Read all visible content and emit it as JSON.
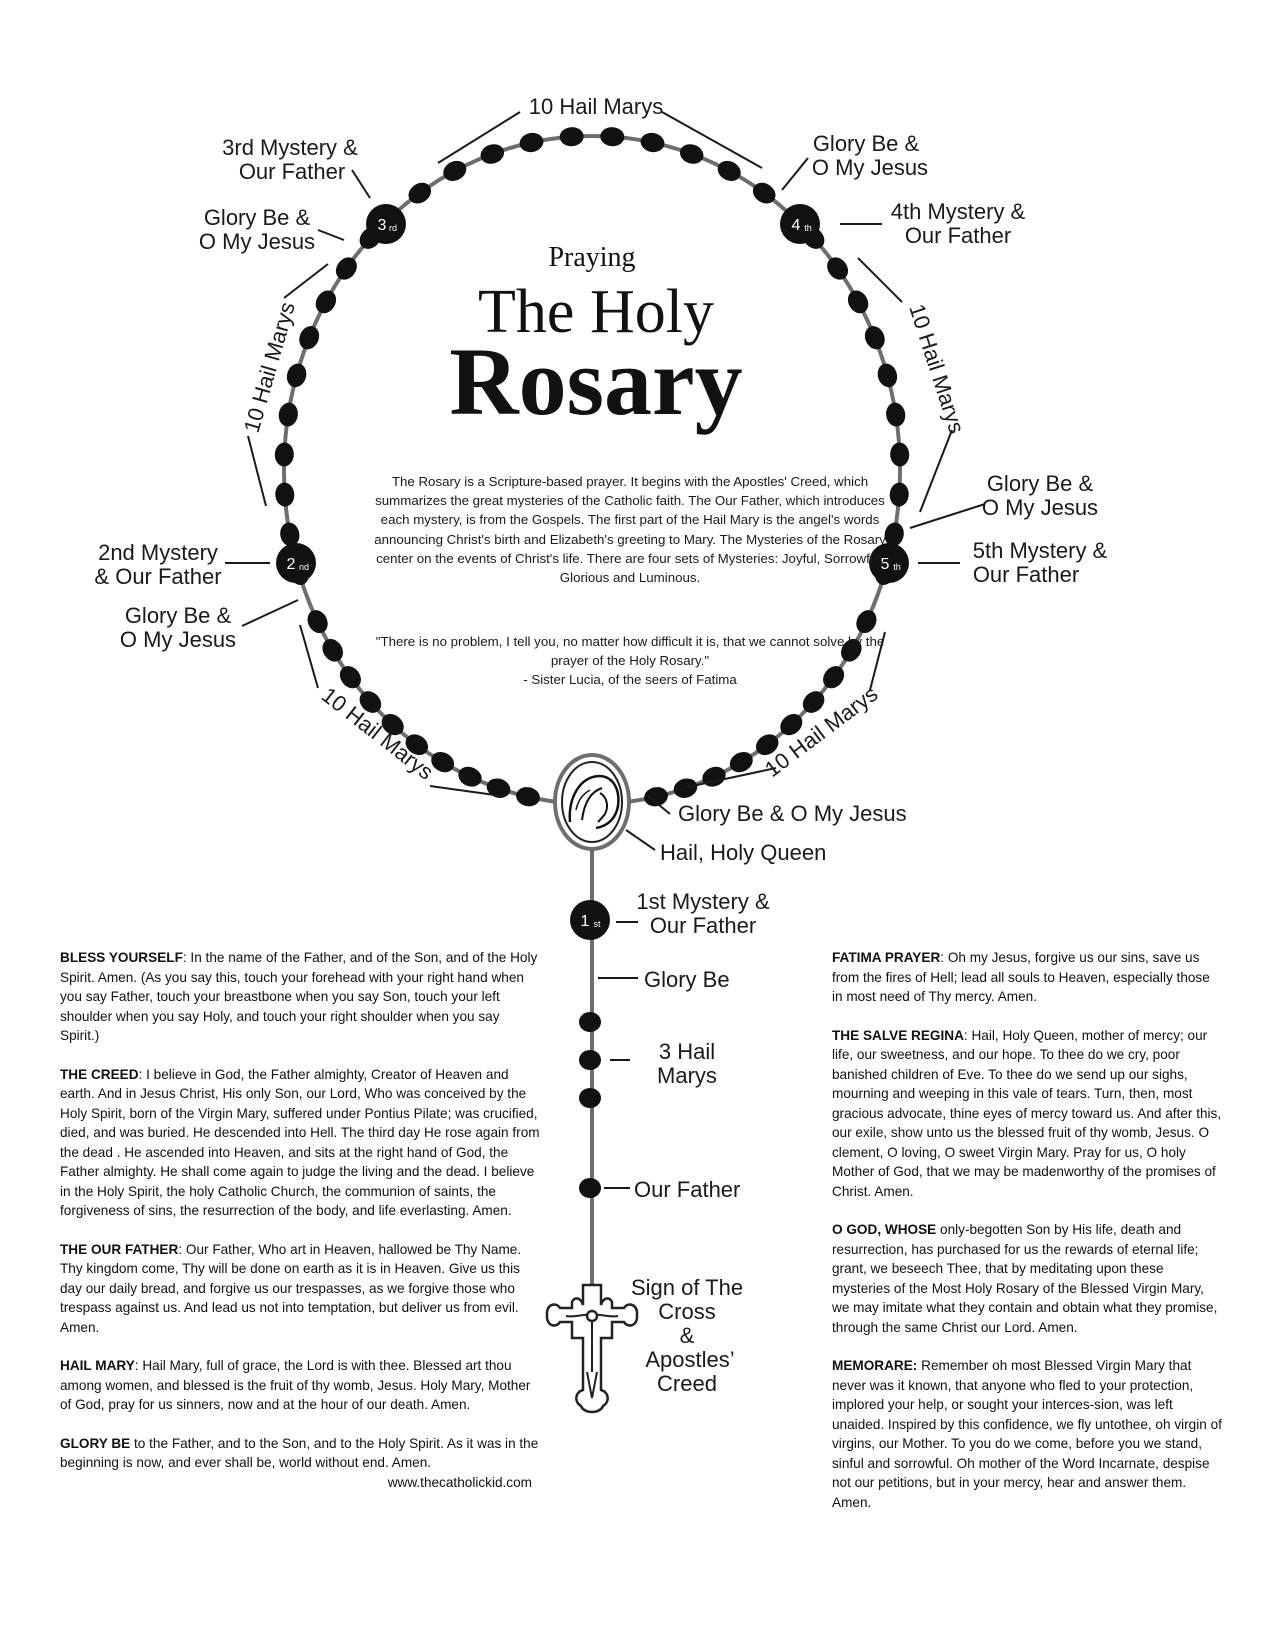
{
  "title": {
    "pre": "Praying",
    "main": "The Holy",
    "big": "Rosary"
  },
  "labels": {
    "top_hail": "10 Hail Marys",
    "m3_a": "3rd Mystery &",
    "m3_b": "Our Father",
    "gb_tl_a": "Glory Be &",
    "gb_tl_b": "O My Jesus",
    "hail_left": "10 Hail Marys",
    "m2_a": "2nd Mystery",
    "m2_b": "& Our Father",
    "gb_l_a": "Glory Be &",
    "gb_l_b": "O My Jesus",
    "hail_bl": "10 Hail Marys",
    "gb_tr_a": "Glory Be &",
    "gb_tr_b": "O My Jesus",
    "m4_a": "4th Mystery &",
    "m4_b": "Our Father",
    "hail_right": "10 Hail Marys",
    "gb_r_a": "Glory Be &",
    "gb_r_b": "O My Jesus",
    "m5_a": "5th Mystery &",
    "m5_b": "Our Father",
    "hail_br": "10 Hail Marys",
    "gb_bottom": "Glory Be & O My Jesus",
    "hail_holy_queen": "Hail, Holy Queen",
    "m1_a": "1st Mystery &",
    "m1_b": "Our Father",
    "glory_be": "Glory Be",
    "three_hail_a": "3 Hail",
    "three_hail_b": "Marys",
    "our_father": "Our Father",
    "sign_a": "Sign of The",
    "sign_b": "Cross",
    "sign_c": "&",
    "sign_d": "Apostles’",
    "sign_e": "Creed"
  },
  "decades": {
    "d1": {
      "num": "1",
      "sup": "st"
    },
    "d2": {
      "num": "2",
      "sup": "nd"
    },
    "d3": {
      "num": "3",
      "sup": "rd"
    },
    "d4": {
      "num": "4",
      "sup": "th"
    },
    "d5": {
      "num": "5",
      "sup": "th"
    }
  },
  "intro": "The Rosary is a Scripture-based prayer. It begins with the Apostles' Creed, which summarizes the great mysteries of the Catholic faith. The Our Father, which introduces each mystery, is from the Gospels. The first part of the Hail Mary is the angel's words announcing Christ's birth and Elizabeth's greeting to Mary. The Mysteries of the Rosary center on the events of Christ's life. There are four sets of Mysteries: Joyful, Sorrowful, Glorious and Luminous.",
  "quote": {
    "text": "\"There is no problem, I tell you, no matter how difficult it is, that we cannot solve by the prayer of the Holy Rosary.\"",
    "attribution": "- Sister Lucia, of the seers of Fatima"
  },
  "prayers_left": [
    {
      "head": "BLESS YOURSELF",
      "body": ": In the name of the Father, and of the Son, and of the Holy Spirit. Amen. (As you say this, touch your forehead with your right hand when you say Father, touch your breastbone when you say Son, touch your left shoulder when you say Holy, and touch your right shoulder when you say Spirit.)"
    },
    {
      "head": "THE CREED",
      "body": ": I believe in God, the Father almighty, Creator of Heaven and earth. And in Jesus Christ, His only Son, our Lord, Who was conceived by the Holy Spirit, born of the Virgin Mary, suffered under Pontius Pilate; was crucified, died, and was buried. He descended into Hell. The third day He rose again from the dead . He ascended into Heaven, and sits at the right hand of God, the Father almighty. He shall come again to judge the living and the dead. I believe in the Holy Spirit, the holy Catholic Church, the communion of saints, the forgiveness of sins, the resurrection of the body, and life everlasting. Amen."
    },
    {
      "head": "THE OUR FATHER",
      "body": ": Our Father, Who art in Heaven, hallowed be Thy Name. Thy kingdom come, Thy will be done on earth as it is in Heaven. Give us this day our daily bread, and forgive us our trespasses, as we forgive those who trespass against us. And lead us not into temptation, but deliver us from evil. Amen."
    },
    {
      "head": "HAIL MARY",
      "body": ": Hail Mary, full of grace, the Lord is with thee. Blessed art thou among women, and blessed is the fruit of thy womb, Jesus. Holy Mary, Mother of God, pray for us sinners, now and at the hour of our death. Amen."
    },
    {
      "head": "GLORY BE",
      "body": " to the Father, and to the Son, and to the Holy Spirit. As it was in the beginning is now, and ever shall be, world without end. Amen."
    }
  ],
  "website": "www.thecatholickid.com",
  "prayers_right": [
    {
      "head": "FATIMA PRAYER",
      "body": ": Oh my Jesus, forgive us our sins, save us from the fires of Hell; lead all souls to Heaven, especially those in most need of Thy mercy. Amen."
    },
    {
      "head": "THE SALVE REGINA",
      "body": ": Hail, Holy Queen, mother of mercy; our life, our sweetness, and our hope. To thee do we cry, poor banished children of Eve. To thee do we send up our sighs, mourning and weeping in this vale of tears. Turn, then, most gracious advocate, thine eyes of mercy toward us. And after this, our exile, show unto us the blessed fruit of thy womb, Jesus. O clement,  O loving, O sweet Virgin Mary. Pray for us, O holy Mother of God, that we may  be madenworthy of the promises of Christ. Amen."
    },
    {
      "head": "O GOD, WHOSE",
      "body": " only-begotten Son by His life, death and resurrection, has purchased for us the rewards of eternal life; grant, we beseech Thee, that by meditating upon these mysteries of the Most Holy Rosary of the Blessed Virgin Mary, we may imitate what they contain and obtain what they promise, through the same Christ our Lord. Amen."
    },
    {
      "head": "MEMORARE:",
      "body": " Remember oh most Blessed Virgin Mary that never was it known, that anyone who fled to your protection, implored your help, or sought your interces-sion, was left unaided. Inspired by this confidence, we fly untothee, oh virgin of virgins, our Mother. To you do we come, before you we stand, sinful and sorrowful. Oh mother of the Word Incarnate, despise not our petitions, but in your mercy, hear and answer them. Amen."
    }
  ],
  "colors": {
    "chain": "#6e6e6e",
    "bead": "#111111",
    "ink": "#1a1a1a"
  }
}
